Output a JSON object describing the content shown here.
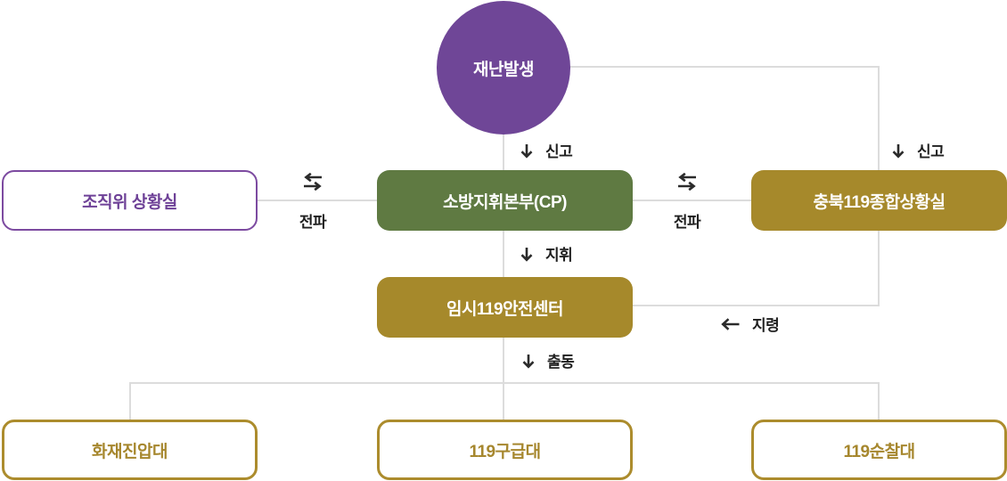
{
  "diagram": {
    "nodes": {
      "disaster": {
        "label": "재난발생"
      },
      "org_situation_room": {
        "label": "조직위 상황실"
      },
      "fire_command_hq": {
        "label": "소방지휘본부(CP)"
      },
      "chungbuk_119_situation_room": {
        "label": "충북119종합상황실"
      },
      "temp_119_safety_center": {
        "label": "임시119안전센터"
      },
      "fire_suppression_team": {
        "label": "화재진압대"
      },
      "ambulance_team": {
        "label": "119구급대"
      },
      "patrol_team": {
        "label": "119순찰대"
      }
    },
    "edge_labels": {
      "report_center": "신고",
      "report_right": "신고",
      "spread_left": "전파",
      "spread_right": "전파",
      "command": "지휘",
      "order": "지령",
      "dispatch": "출동"
    },
    "icons": {
      "report_center": "down-arrow-icon",
      "report_right": "down-arrow-icon",
      "spread_left": "swap-arrows-icon",
      "spread_right": "swap-arrows-icon",
      "command": "down-arrow-icon",
      "order": "left-arrow-icon",
      "dispatch": "down-arrow-icon"
    },
    "colors": {
      "purple_fill": "#6F4697",
      "purple_border": "#7C4AA0",
      "purple_text": "#6E4197",
      "green_fill": "#5F7A42",
      "gold_fill": "#A6892B",
      "gold_border": "#AC8C2D",
      "gold_text": "#A6872E",
      "connector_line": "#DCDCDC",
      "label_text": "#1F1F1F",
      "node_text_light": "#FFFFFF",
      "background": "#FFFFFF"
    }
  }
}
